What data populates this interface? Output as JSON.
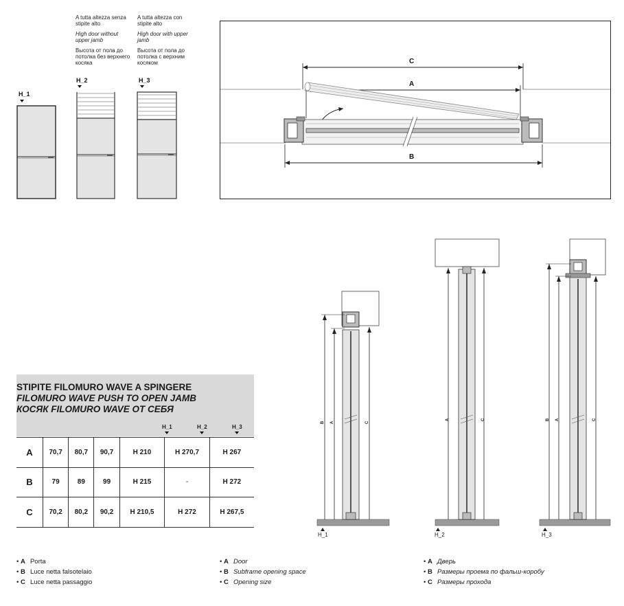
{
  "captions": {
    "h2": {
      "it": "A tutta altezza senza stipite alto",
      "en": "High door without upper jamb",
      "ru": "Высота от пола до потолка без верхнего косяка"
    },
    "h3": {
      "it": "A tutta altezza con stipite alto",
      "en": "High door with upper jamb",
      "ru": "Высота от пола до потолка с верхним косяком"
    }
  },
  "variant_labels": [
    "H_1",
    "H_2",
    "H_3"
  ],
  "plan_dims": {
    "C": "C",
    "A": "A",
    "B": "B"
  },
  "table": {
    "title_it": "STIPITE FILOMURO WAVE A SPINGERE",
    "title_en": "FILOMURO WAVE PUSH TO OPEN JAMB",
    "title_ru": "КОСЯК FILOMURO WAVE ОТ СЕБЯ",
    "col_heads": [
      "H_1",
      "H_2",
      "H_3"
    ],
    "rows": [
      {
        "label": "A",
        "cells": [
          "70,7",
          "80,7",
          "90,7",
          "H 210",
          "H 270,7",
          "H 267"
        ]
      },
      {
        "label": "B",
        "cells": [
          "79",
          "89",
          "99",
          "H 215",
          "-",
          "H 272"
        ]
      },
      {
        "label": "C",
        "cells": [
          "70,2",
          "80,2",
          "90,2",
          "H 210,5",
          "H 272",
          "H 267,5"
        ]
      }
    ]
  },
  "section_labels": [
    "H_1",
    "H_2",
    "H_3"
  ],
  "elev_dims": {
    "B": "B",
    "A": "A",
    "C": "C"
  },
  "legend": {
    "it": [
      {
        "key": "A",
        "text": "Porta"
      },
      {
        "key": "B",
        "text": "Luce netta falsotelaio"
      },
      {
        "key": "C",
        "text": "Luce netta passaggio"
      }
    ],
    "en": [
      {
        "key": "A",
        "text": "Door"
      },
      {
        "key": "B",
        "text": "Subframe opening space"
      },
      {
        "key": "C",
        "text": "Opening size"
      }
    ],
    "ru": [
      {
        "key": "A",
        "text": "Дверь"
      },
      {
        "key": "B",
        "text": "Размеры проема по фальш-коробу"
      },
      {
        "key": "C",
        "text": "Размеры прохода"
      }
    ]
  },
  "colors": {
    "door_fill": "#e4e4e4",
    "floor": "#9a9a9a",
    "line": "#222222",
    "table_head": "#d9d9d9"
  }
}
